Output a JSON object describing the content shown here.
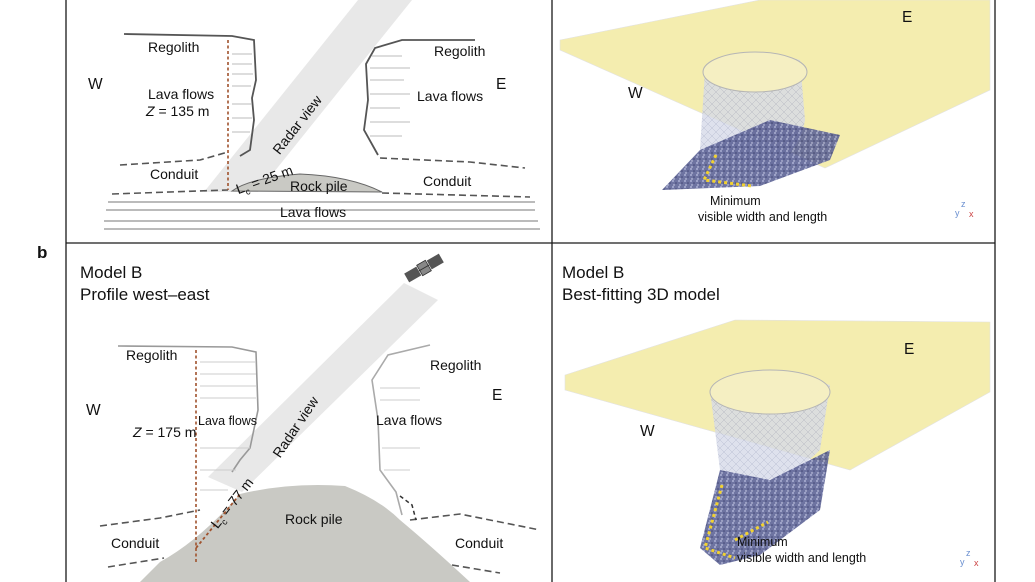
{
  "panel_letter": "b",
  "model_a": {
    "profile": {
      "west": "W",
      "east": "E",
      "regolith_left": "Regolith",
      "regolith_right": "Regolith",
      "lava_left_line1": "Lava flows",
      "depth_var": "Z",
      "depth_value": " = 135 m",
      "lava_right": "Lava flows",
      "radar_view": "Radar view",
      "conduit_left": "Conduit",
      "conduit_right": "Conduit",
      "lc_var": "L",
      "lc_sub": "c",
      "lc_value": " = 25 m",
      "rock_pile": "Rock pile",
      "lava_floor": "Lava flows"
    },
    "model3d": {
      "east": "E",
      "west": "W",
      "caption_line1": "Minimum",
      "caption_line2": "visible width and length",
      "axis_z": "z",
      "axis_y": "y",
      "axis_x": "x"
    }
  },
  "model_b": {
    "profile": {
      "title_line1": "Model B",
      "title_line2": "Profile west–east",
      "west": "W",
      "east": "E",
      "regolith_left": "Regolith",
      "regolith_right": "Regolith",
      "depth_var": "Z",
      "depth_value": " = 175 m",
      "lava_left": "Lava flows",
      "lava_right": "Lava flows",
      "radar_view": "Radar view",
      "lc_var": "L",
      "lc_sub": "c",
      "lc_value": " = 77 m",
      "rock_pile": "Rock pile",
      "conduit_left": "Conduit",
      "conduit_right": "Conduit"
    },
    "model3d": {
      "title_line1": "Model B",
      "title_line2": "Best-fitting 3D model",
      "east": "E",
      "west": "W",
      "caption_line1": "Minimum",
      "caption_line2": "visible width and length",
      "axis_z": "z",
      "axis_y": "y",
      "axis_x": "x"
    }
  },
  "colors": {
    "panel_border": "#1a1a1a",
    "surface_fill": "#f3eba2",
    "rock_fill": "#c9c9c4",
    "depth_line": "#a0522d",
    "radar_beam": "#e7e7e7",
    "dotted_outline": "#f2d230"
  },
  "icons": [
    "satellite-icon"
  ]
}
